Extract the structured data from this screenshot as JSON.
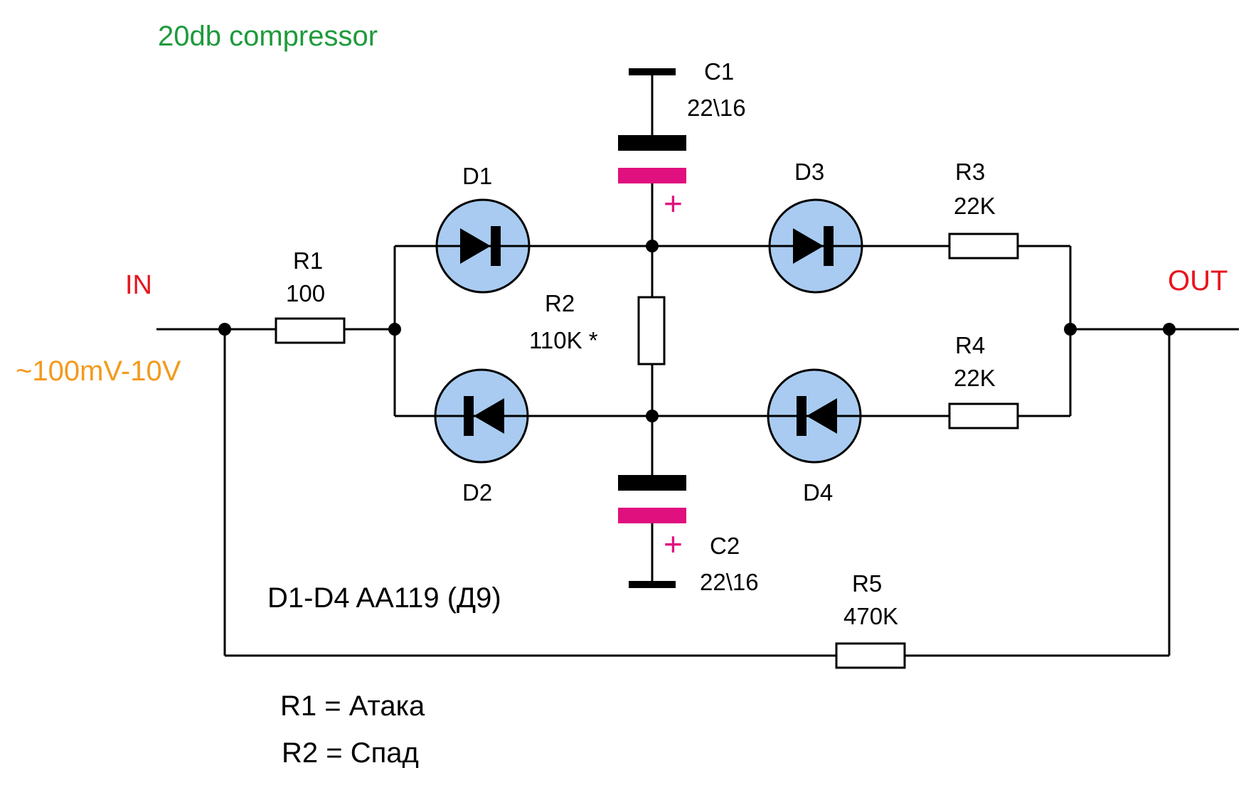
{
  "title": "20db compressor",
  "input": {
    "label": "IN",
    "range": "~100mV-10V"
  },
  "output": {
    "label": "OUT"
  },
  "components": {
    "R1": {
      "ref": "R1",
      "value": "100"
    },
    "R2": {
      "ref": "R2",
      "value": "110K *"
    },
    "R3": {
      "ref": "R3",
      "value": "22K"
    },
    "R4": {
      "ref": "R4",
      "value": "22K"
    },
    "R5": {
      "ref": "R5",
      "value": "470K"
    },
    "C1": {
      "ref": "C1",
      "value": "22\\16",
      "polarity": "+"
    },
    "C2": {
      "ref": "C2",
      "value": "22\\16",
      "polarity": "+"
    },
    "D1": {
      "ref": "D1"
    },
    "D2": {
      "ref": "D2"
    },
    "D3": {
      "ref": "D3"
    },
    "D4": {
      "ref": "D4"
    }
  },
  "notes": {
    "diodes": "D1-D4 AA119 (Д9)",
    "attack": "R1 = Атака",
    "release": "R2 = Спад"
  },
  "colors": {
    "title": "#1e9a3c",
    "io_label": "#e8141e",
    "input_range": "#f39a1c",
    "capacitor_positive": "#e0107e",
    "polarity_mark": "#e0107e",
    "diode_fill": "#a9cbf1",
    "wire": "#000000"
  }
}
